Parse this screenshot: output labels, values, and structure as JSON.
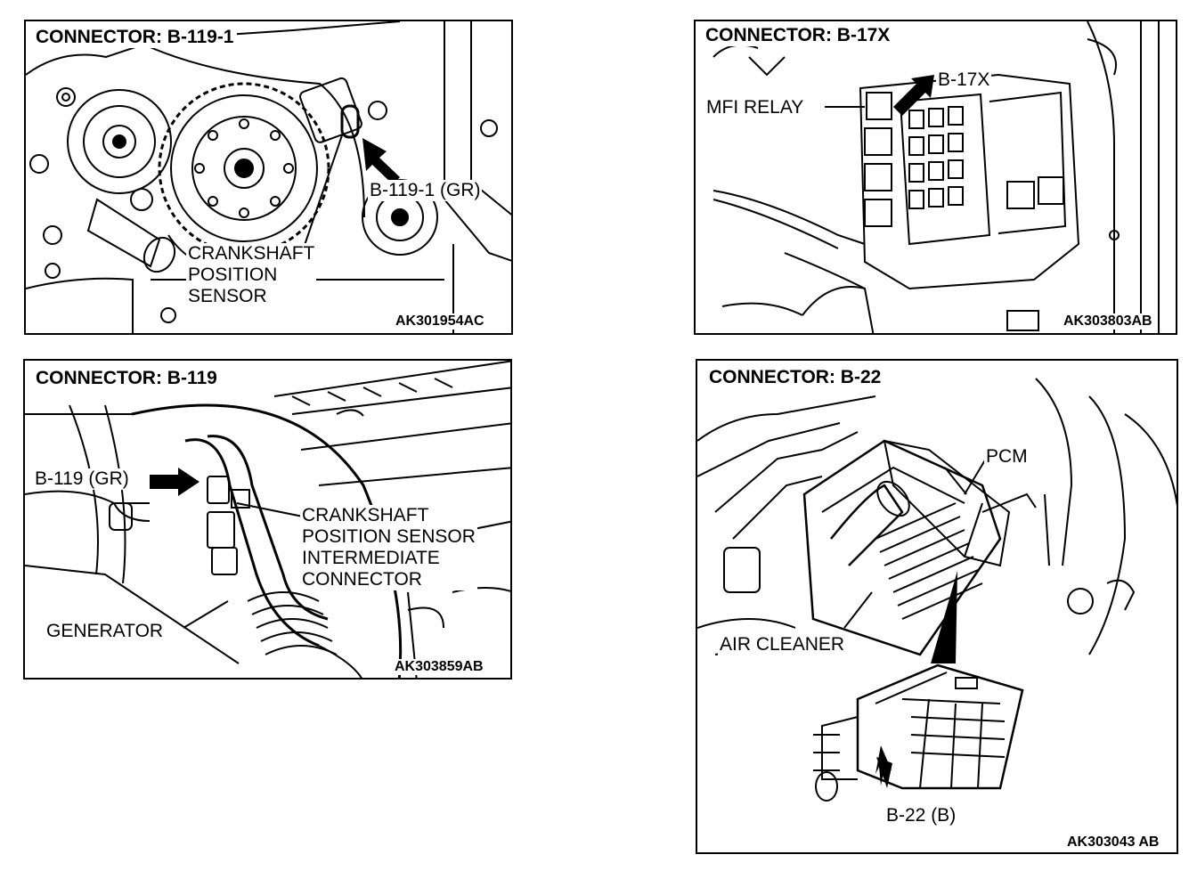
{
  "panels": {
    "p1": {
      "title": "CONNECTOR: B-119-1",
      "code": "AK301954AC",
      "callout_connector": "B-119-1 (GR)",
      "callout_sensor": "CRANKSHAFT\nPOSITION\nSENSOR"
    },
    "p2": {
      "title": "CONNECTOR: B-17X",
      "code": "AK303803AB",
      "callout_connector": "B-17X",
      "callout_relay": "MFI RELAY"
    },
    "p3": {
      "title": "CONNECTOR: B-119",
      "code": "AK303859AB",
      "callout_connector": "B-119 (GR)",
      "callout_sensor": "CRANKSHAFT\nPOSITION SENSOR\nINTERMEDIATE\nCONNECTOR",
      "callout_generator": "GENERATOR"
    },
    "p4": {
      "title": "CONNECTOR: B-22",
      "code": "AK303043 AB",
      "callout_pcm": "PCM",
      "callout_air_cleaner": "AIR CLEANER",
      "callout_connector": "B-22 (B)"
    }
  },
  "colors": {
    "line": "#000000",
    "background": "#ffffff"
  },
  "icons": [
    "arrow-icon"
  ]
}
